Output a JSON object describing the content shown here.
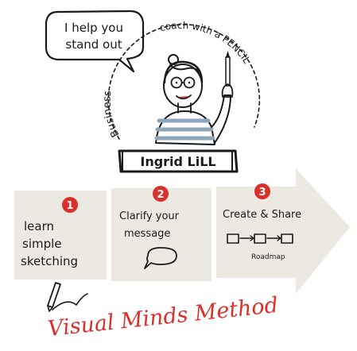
{
  "speech_bubble": {
    "line1": "I help you",
    "line2": "stand out"
  },
  "arc_text": {
    "left": "Business",
    "right": "coach with a PENCIL"
  },
  "name_banner": "Ingrid LiLL",
  "steps": [
    {
      "number": "1",
      "line1": "learn",
      "line2": "simple",
      "line3": "sketching"
    },
    {
      "number": "2",
      "line1": "Clarify your",
      "line2": "message"
    },
    {
      "number": "3",
      "line1": "Create & Share",
      "roadmap_label": "Roadmap"
    }
  ],
  "method_title": "Visual Minds Method",
  "colors": {
    "ink": "#1a1a1a",
    "accent_red": "#d9302c",
    "paper": "#ece9e3",
    "stripe": "#8fa6b8",
    "skin": "#f2d4c0"
  }
}
